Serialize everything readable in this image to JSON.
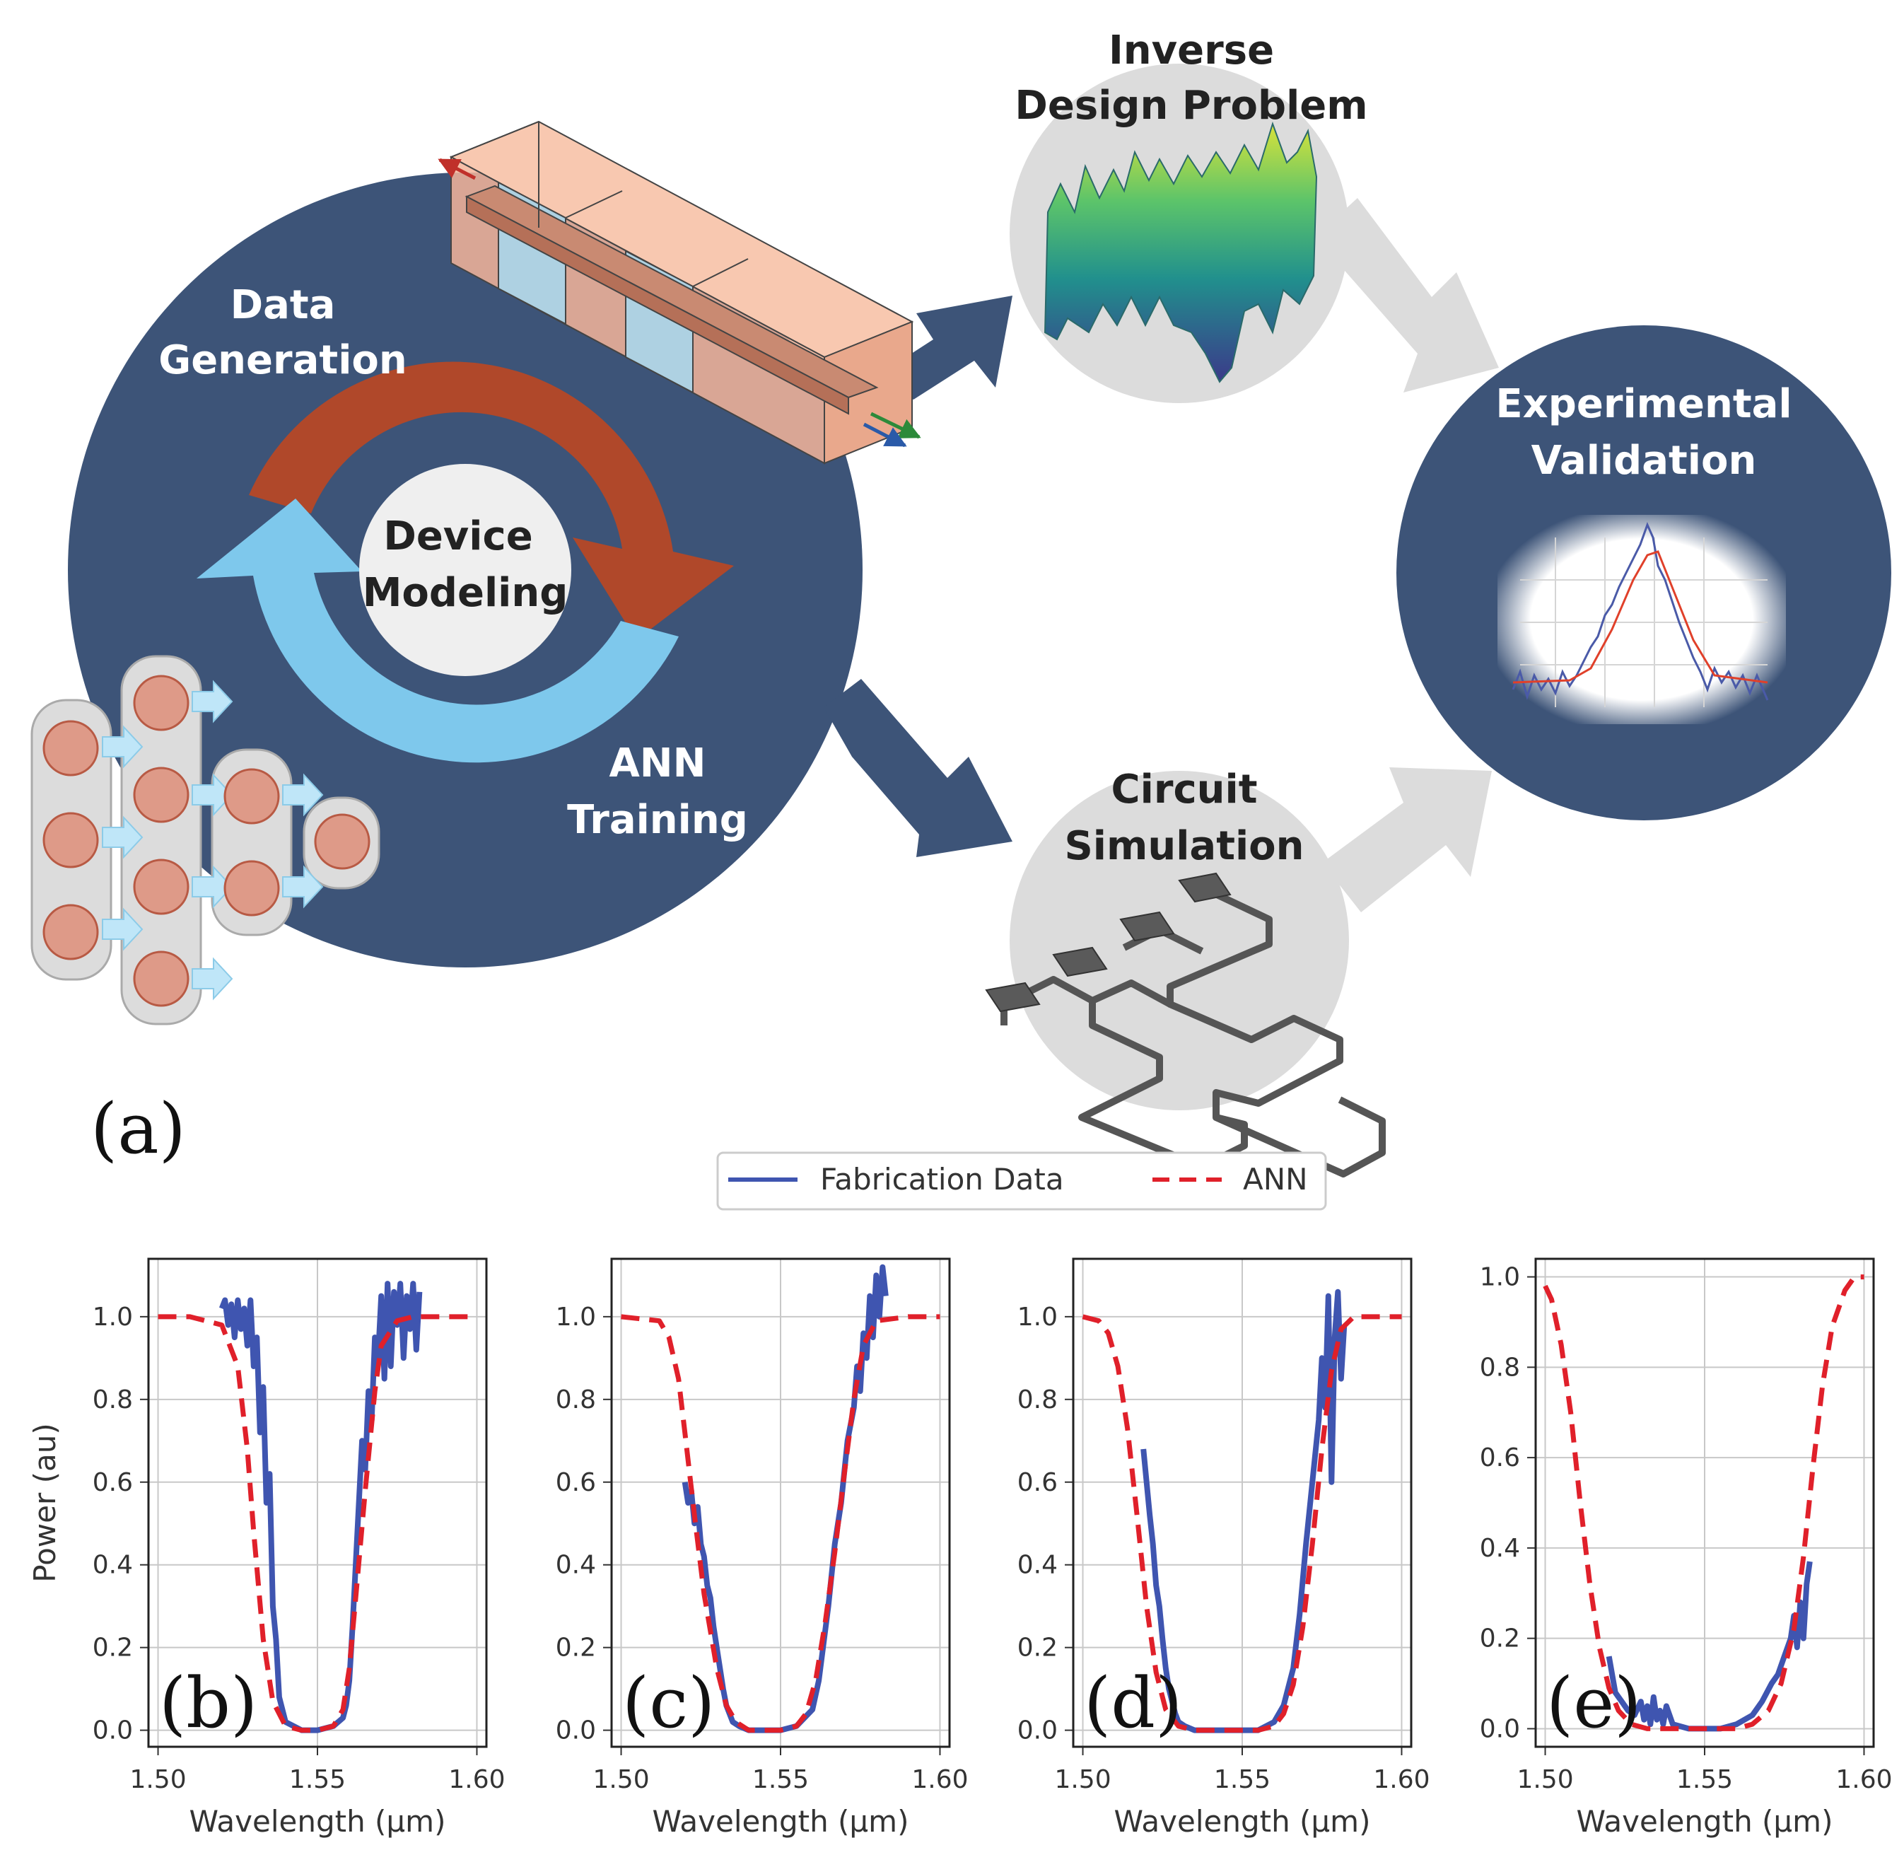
{
  "diagram": {
    "panel_a_label": "(a)",
    "data_generation": [
      "Data",
      "Generation"
    ],
    "device_modeling": [
      "Device",
      "Modeling"
    ],
    "ann_training": [
      "ANN",
      "Training"
    ],
    "inverse_design": [
      "Inverse",
      "Design Problem"
    ],
    "experimental_validation": [
      "Experimental",
      "Validation"
    ],
    "circuit_simulation": [
      "Circuit",
      "Simulation"
    ]
  },
  "colors": {
    "navy": "#3d5478",
    "rust": "#b0482a",
    "sky": "#7ec8ec",
    "grey": "#dcdcdc",
    "node": "#de9a88",
    "fab": "#3f55b0",
    "ann": "#e0202a"
  },
  "legend": {
    "fab": "Fabrication Data",
    "ann": "ANN"
  },
  "chart_data": [
    {
      "type": "line",
      "panel": "(b)",
      "xlabel": "Wavelength (μm)",
      "ylabel": "Power (au)",
      "xlim": [
        1.497,
        1.603
      ],
      "ylim": [
        -0.04,
        1.14
      ],
      "xticks": [
        "1.50",
        "1.55",
        "1.60"
      ],
      "yticks": [
        "0.0",
        "0.2",
        "0.4",
        "0.6",
        "0.8",
        "1.0"
      ],
      "series": [
        {
          "name": "Fabrication Data",
          "x": [
            1.52,
            1.521,
            1.522,
            1.523,
            1.524,
            1.525,
            1.526,
            1.527,
            1.528,
            1.529,
            1.53,
            1.531,
            1.532,
            1.533,
            1.534,
            1.535,
            1.536,
            1.537,
            1.538,
            1.54,
            1.545,
            1.55,
            1.555,
            1.558,
            1.559,
            1.56,
            1.561,
            1.562,
            1.563,
            1.564,
            1.565,
            1.566,
            1.567,
            1.568,
            1.569,
            1.57,
            1.571,
            1.572,
            1.573,
            1.574,
            1.575,
            1.576,
            1.577,
            1.578,
            1.579,
            1.58,
            1.581,
            1.582
          ],
          "y": [
            1.02,
            1.04,
            0.98,
            1.03,
            0.95,
            1.04,
            0.97,
            1.02,
            0.93,
            1.04,
            0.88,
            0.95,
            0.72,
            0.83,
            0.55,
            0.62,
            0.3,
            0.22,
            0.08,
            0.02,
            0.0,
            0.0,
            0.01,
            0.03,
            0.06,
            0.12,
            0.25,
            0.4,
            0.55,
            0.7,
            0.63,
            0.82,
            0.75,
            0.95,
            0.9,
            1.05,
            0.85,
            1.08,
            0.88,
            1.06,
            0.98,
            1.08,
            0.9,
            1.05,
            0.97,
            1.08,
            0.92,
            1.06
          ]
        },
        {
          "name": "ANN",
          "x": [
            1.5,
            1.51,
            1.52,
            1.525,
            1.528,
            1.53,
            1.533,
            1.536,
            1.54,
            1.545,
            1.55,
            1.555,
            1.558,
            1.56,
            1.562,
            1.565,
            1.568,
            1.57,
            1.575,
            1.58,
            1.59,
            1.6
          ],
          "y": [
            1.0,
            1.0,
            0.98,
            0.88,
            0.68,
            0.48,
            0.22,
            0.07,
            0.01,
            0.0,
            0.0,
            0.01,
            0.05,
            0.15,
            0.32,
            0.58,
            0.82,
            0.93,
            0.99,
            1.0,
            1.0,
            1.0
          ]
        }
      ]
    },
    {
      "type": "line",
      "panel": "(c)",
      "xlabel": "Wavelength (μm)",
      "ylabel": "",
      "xlim": [
        1.497,
        1.603
      ],
      "ylim": [
        -0.04,
        1.14
      ],
      "xticks": [
        "1.50",
        "1.55",
        "1.60"
      ],
      "yticks": [
        "0.0",
        "0.2",
        "0.4",
        "0.6",
        "0.8",
        "1.0"
      ],
      "series": [
        {
          "name": "Fabrication Data",
          "x": [
            1.52,
            1.521,
            1.522,
            1.523,
            1.524,
            1.525,
            1.526,
            1.527,
            1.528,
            1.529,
            1.53,
            1.531,
            1.532,
            1.533,
            1.535,
            1.537,
            1.54,
            1.545,
            1.55,
            1.555,
            1.56,
            1.562,
            1.565,
            1.567,
            1.569,
            1.571,
            1.573,
            1.574,
            1.575,
            1.576,
            1.577,
            1.578,
            1.579,
            1.58,
            1.581,
            1.582,
            1.583
          ],
          "y": [
            0.6,
            0.55,
            0.58,
            0.5,
            0.54,
            0.45,
            0.42,
            0.35,
            0.32,
            0.25,
            0.2,
            0.15,
            0.1,
            0.06,
            0.02,
            0.01,
            0.0,
            0.0,
            0.0,
            0.01,
            0.05,
            0.12,
            0.3,
            0.45,
            0.55,
            0.7,
            0.78,
            0.88,
            0.82,
            0.96,
            0.9,
            1.05,
            0.95,
            1.1,
            1.0,
            1.12,
            1.05
          ]
        },
        {
          "name": "ANN",
          "x": [
            1.5,
            1.512,
            1.515,
            1.518,
            1.52,
            1.523,
            1.526,
            1.53,
            1.533,
            1.536,
            1.54,
            1.545,
            1.55,
            1.555,
            1.558,
            1.561,
            1.564,
            1.567,
            1.57,
            1.573,
            1.576,
            1.58,
            1.59,
            1.6
          ],
          "y": [
            1.0,
            0.99,
            0.95,
            0.85,
            0.72,
            0.52,
            0.33,
            0.15,
            0.06,
            0.02,
            0.0,
            0.0,
            0.0,
            0.01,
            0.04,
            0.12,
            0.26,
            0.43,
            0.62,
            0.8,
            0.93,
            0.99,
            1.0,
            1.0
          ]
        }
      ]
    },
    {
      "type": "line",
      "panel": "(d)",
      "xlabel": "Wavelength (μm)",
      "ylabel": "",
      "xlim": [
        1.497,
        1.603
      ],
      "ylim": [
        -0.04,
        1.14
      ],
      "xticks": [
        "1.50",
        "1.55",
        "1.60"
      ],
      "yticks": [
        "0.0",
        "0.2",
        "0.4",
        "0.6",
        "0.8",
        "1.0"
      ],
      "series": [
        {
          "name": "Fabrication Data",
          "x": [
            1.519,
            1.52,
            1.521,
            1.522,
            1.523,
            1.524,
            1.525,
            1.526,
            1.527,
            1.528,
            1.529,
            1.53,
            1.532,
            1.535,
            1.54,
            1.545,
            1.55,
            1.555,
            1.56,
            1.563,
            1.566,
            1.568,
            1.57,
            1.572,
            1.574,
            1.575,
            1.576,
            1.577,
            1.578,
            1.579,
            1.58,
            1.581,
            1.582
          ],
          "y": [
            0.68,
            0.6,
            0.52,
            0.45,
            0.35,
            0.3,
            0.22,
            0.15,
            0.1,
            0.07,
            0.04,
            0.02,
            0.01,
            0.0,
            0.0,
            0.0,
            0.0,
            0.0,
            0.02,
            0.06,
            0.15,
            0.28,
            0.45,
            0.6,
            0.75,
            0.9,
            0.78,
            1.05,
            0.6,
            0.95,
            1.06,
            0.85,
            0.98
          ]
        },
        {
          "name": "ANN",
          "x": [
            1.5,
            1.505,
            1.508,
            1.511,
            1.514,
            1.517,
            1.52,
            1.523,
            1.526,
            1.53,
            1.535,
            1.54,
            1.545,
            1.55,
            1.555,
            1.56,
            1.563,
            1.566,
            1.569,
            1.572,
            1.575,
            1.578,
            1.581,
            1.585,
            1.59,
            1.6
          ],
          "y": [
            1.0,
            0.99,
            0.96,
            0.88,
            0.73,
            0.52,
            0.3,
            0.14,
            0.05,
            0.01,
            0.0,
            0.0,
            0.0,
            0.0,
            0.0,
            0.01,
            0.04,
            0.11,
            0.25,
            0.45,
            0.68,
            0.87,
            0.97,
            1.0,
            1.0,
            1.0
          ]
        }
      ]
    },
    {
      "type": "line",
      "panel": "(e)",
      "xlabel": "Wavelength (μm)",
      "ylabel": "",
      "xlim": [
        1.497,
        1.603
      ],
      "ylim": [
        -0.04,
        1.04
      ],
      "xticks": [
        "1.50",
        "1.55",
        "1.60"
      ],
      "yticks": [
        "0.0",
        "0.2",
        "0.4",
        "0.6",
        "0.8",
        "1.0"
      ],
      "series": [
        {
          "name": "Fabrication Data",
          "x": [
            1.52,
            1.521,
            1.522,
            1.524,
            1.526,
            1.528,
            1.53,
            1.531,
            1.532,
            1.533,
            1.534,
            1.535,
            1.536,
            1.537,
            1.538,
            1.54,
            1.545,
            1.55,
            1.555,
            1.56,
            1.565,
            1.568,
            1.571,
            1.573,
            1.575,
            1.577,
            1.578,
            1.579,
            1.58,
            1.581,
            1.582,
            1.583
          ],
          "y": [
            0.16,
            0.12,
            0.08,
            0.06,
            0.04,
            0.03,
            0.06,
            0.02,
            0.05,
            0.01,
            0.07,
            0.02,
            0.04,
            0.01,
            0.05,
            0.01,
            0.0,
            0.0,
            0.0,
            0.01,
            0.03,
            0.06,
            0.1,
            0.12,
            0.16,
            0.2,
            0.25,
            0.18,
            0.28,
            0.2,
            0.32,
            0.37
          ]
        },
        {
          "name": "ANN",
          "x": [
            1.5,
            1.502,
            1.505,
            1.508,
            1.511,
            1.514,
            1.517,
            1.52,
            1.523,
            1.527,
            1.532,
            1.54,
            1.55,
            1.56,
            1.565,
            1.57,
            1.574,
            1.578,
            1.581,
            1.584,
            1.587,
            1.59,
            1.594,
            1.597,
            1.6
          ],
          "y": [
            0.98,
            0.95,
            0.85,
            0.7,
            0.5,
            0.32,
            0.18,
            0.09,
            0.04,
            0.01,
            0.0,
            0.0,
            0.0,
            0.0,
            0.01,
            0.04,
            0.1,
            0.22,
            0.38,
            0.58,
            0.76,
            0.89,
            0.97,
            1.0,
            1.0
          ]
        }
      ]
    }
  ]
}
